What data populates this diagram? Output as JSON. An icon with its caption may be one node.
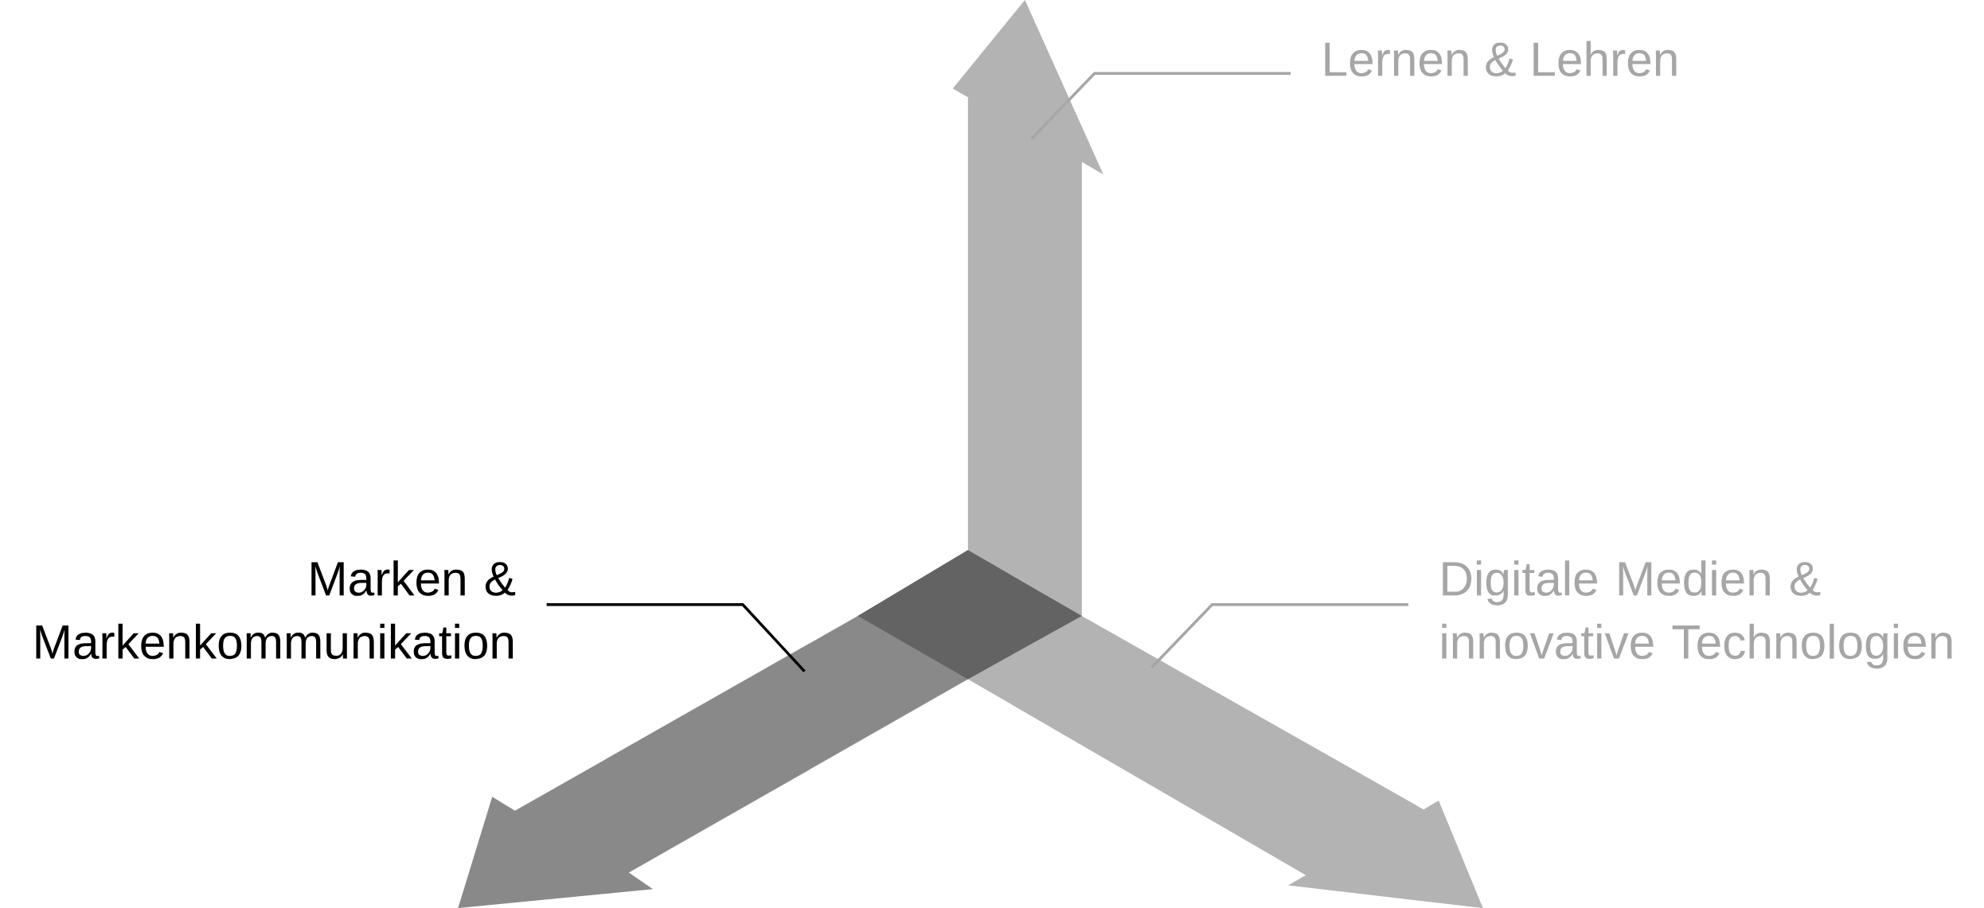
{
  "diagram": {
    "nodes": [
      {
        "text": [
          "Lernen & Lehren"
        ]
      },
      {
        "text": [],
        "shape": "arrow"
      },
      {
        "text": [
          "Marken & Markenkommunikation"
        ]
      },
      {
        "text": [
          "Digitale Medien & innovative Technologien"
        ]
      },
      {
        "text": [],
        "shape": "arrow"
      },
      {
        "text": [],
        "shape": "arrow"
      }
    ],
    "edges": [
      {
        "from": 0,
        "to": 1,
        "arrow": "none"
      },
      {
        "from": 2,
        "to": 4,
        "arrow": "none",
        "color": "#000000"
      },
      {
        "from": 3,
        "to": 5,
        "arrow": "none"
      }
    ]
  }
}
